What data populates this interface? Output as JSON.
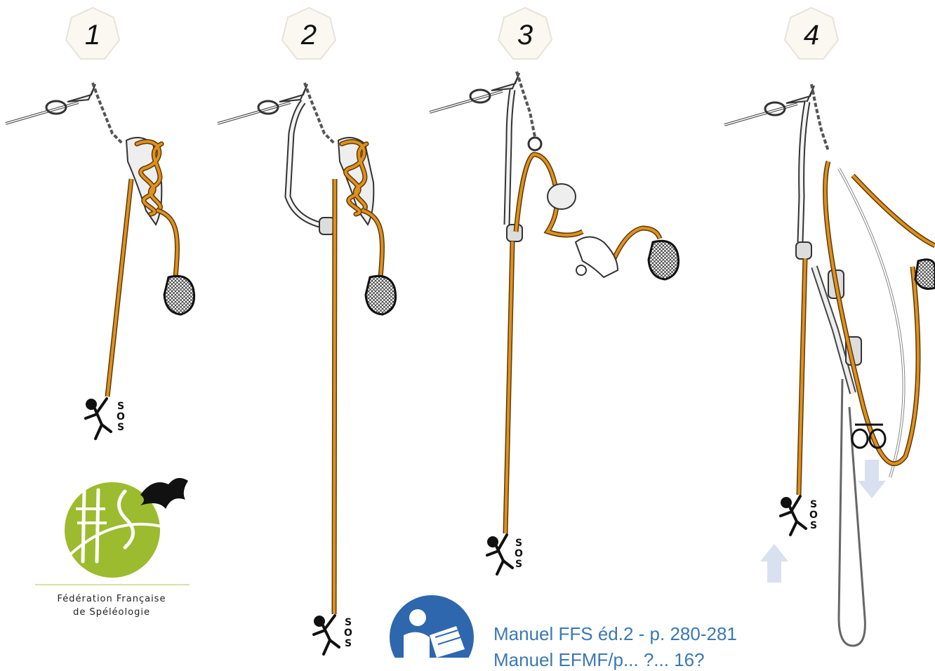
{
  "steps": [
    {
      "number": "1"
    },
    {
      "number": "2"
    },
    {
      "number": "3"
    },
    {
      "number": "4"
    }
  ],
  "sos_label": [
    "S",
    "O",
    "S"
  ],
  "logo": {
    "text": "ffs",
    "caption_line1": "Fédération Française",
    "caption_line2": "de Spéléologie",
    "green": "#9cbb2e",
    "bat_color": "#111111"
  },
  "reference": {
    "line1": "Manuel FFS éd.2 - p. 280-281",
    "line2": "Manuel EFMF/p... ?... 16?",
    "color": "#3a78b5"
  },
  "colors": {
    "rope": "#e0901e",
    "rope_outline": "#5a3a08",
    "hardware": "#444444",
    "badge_fill": "#fbf8f2",
    "badge_stroke": "#e8e3d8",
    "arrow": "#c9d3ea"
  },
  "icons": [
    "book-reading-icon",
    "bat-icon",
    "climber-icon",
    "rope-bag-icon",
    "anchor-icon"
  ]
}
